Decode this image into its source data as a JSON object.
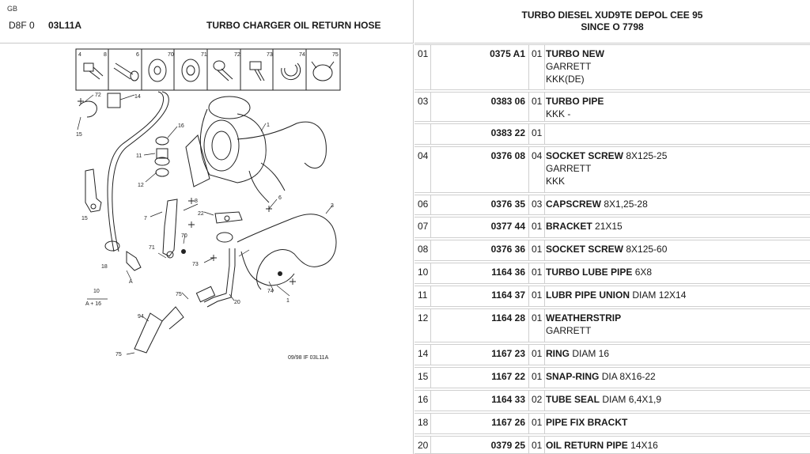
{
  "header": {
    "lang": "GB",
    "code": "D8F 0",
    "ref": "03L11A",
    "title": "TURBO CHARGER OIL RETURN HOSE",
    "vehicle_line1": "TURBO DIESEL XUD9TE DEPOL CEE 95",
    "vehicle_line2": "SINCE O 7798"
  },
  "diagram": {
    "plate_ref": "09/98  IF 03L11A",
    "fraction_top": "10",
    "fraction_bottom": "A + 16",
    "kit_numbers": [
      "4",
      "8",
      "6",
      "70",
      "71",
      "72",
      "73",
      "74",
      "75"
    ],
    "callouts": [
      "72",
      "14",
      "15",
      "16",
      "11",
      "12",
      "1",
      "15",
      "8",
      "7",
      "22",
      "70",
      "71",
      "73",
      "6",
      "3",
      "18",
      "A",
      "74",
      "1",
      "75",
      "20",
      "94",
      "75"
    ]
  },
  "parts": [
    {
      "idx": "01",
      "ref": "0375 A1",
      "qty": "01",
      "name": "TURBO NEW",
      "spec": "",
      "sub": [
        "GARRETT",
        "KKK(DE)"
      ]
    },
    {
      "idx": "03",
      "ref": "0383 06",
      "qty": "01",
      "name": "TURBO PIPE",
      "spec": "",
      "sub": [
        "KKK -"
      ]
    },
    {
      "idx": "",
      "ref": "0383 22",
      "qty": "01",
      "name": "",
      "spec": "",
      "sub": []
    },
    {
      "idx": "04",
      "ref": "0376 08",
      "qty": "04",
      "name": "SOCKET SCREW",
      "spec": "8X125-25",
      "sub": [
        "GARRETT",
        "KKK"
      ]
    },
    {
      "idx": "06",
      "ref": "0376 35",
      "qty": "03",
      "name": "CAPSCREW",
      "spec": "8X1,25-28",
      "sub": []
    },
    {
      "idx": "07",
      "ref": "0377 44",
      "qty": "01",
      "name": "BRACKET",
      "spec": "21X15",
      "sub": []
    },
    {
      "idx": "08",
      "ref": "0376 36",
      "qty": "01",
      "name": "SOCKET SCREW",
      "spec": "8X125-60",
      "sub": []
    },
    {
      "idx": "10",
      "ref": "1164 36",
      "qty": "01",
      "name": "TURBO LUBE PIPE",
      "spec": "6X8",
      "sub": []
    },
    {
      "idx": "11",
      "ref": "1164 37",
      "qty": "01",
      "name": "LUBR PIPE UNION",
      "spec": "DIAM 12X14",
      "sub": []
    },
    {
      "idx": "12",
      "ref": "1164 28",
      "qty": "01",
      "name": "WEATHERSTRIP",
      "spec": "",
      "sub": [
        "GARRETT"
      ]
    },
    {
      "idx": "14",
      "ref": "1167 23",
      "qty": "01",
      "name": "RING",
      "spec": "DIAM 16",
      "sub": []
    },
    {
      "idx": "15",
      "ref": "1167 22",
      "qty": "01",
      "name": "SNAP-RING",
      "spec": "DIA 8X16-22",
      "sub": []
    },
    {
      "idx": "16",
      "ref": "1164 33",
      "qty": "02",
      "name": "TUBE SEAL",
      "spec": "DIAM 6,4X1,9",
      "sub": []
    },
    {
      "idx": "18",
      "ref": "1167 26",
      "qty": "01",
      "name": "PIPE FIX BRACKT",
      "spec": "",
      "sub": []
    },
    {
      "idx": "20",
      "ref": "0379 25",
      "qty": "01",
      "name": "OIL RETURN PIPE",
      "spec": "14X16",
      "sub": []
    }
  ]
}
